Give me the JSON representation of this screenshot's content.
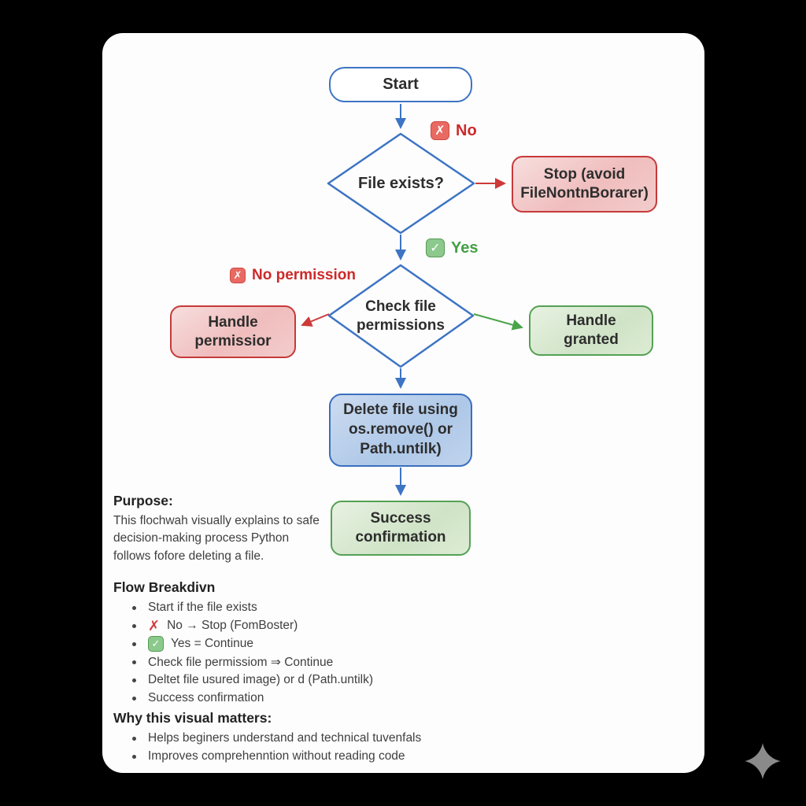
{
  "flowchart": {
    "nodes": {
      "start": "Start",
      "file_exists": "File exists?",
      "stop": "Stop (avoid FileNontnBorarer)",
      "check_permissions": "Check file permissions",
      "handle_permission": "Handle permissior",
      "handle_granted": "Handle granted",
      "delete_file": "Delete file using os.remove() or Path.untilk)",
      "success": "Success confirmation"
    },
    "edge_labels": {
      "no": "No",
      "yes": "Yes",
      "no_permission": "No permission"
    }
  },
  "sections": {
    "purpose": {
      "heading": "Purpose:",
      "body": "This flochwah visually explains to safe decision-making process Python follows fofore deleting a file."
    },
    "flow_breakdown": {
      "heading": "Flow Breakdivn",
      "items": [
        {
          "icon": "none",
          "text": "Start if the file exists"
        },
        {
          "icon": "red-x",
          "text": "No → Stop (FomBoster)"
        },
        {
          "icon": "green-check",
          "text": "Yes = Continue"
        },
        {
          "icon": "none",
          "text": "Check file permissiom ⇒ Continue"
        },
        {
          "icon": "none",
          "text": "Deltet file usured image) or d (Path.untilk)"
        },
        {
          "icon": "none",
          "text": "Success confirmation"
        }
      ]
    },
    "why": {
      "heading": "Why this visual matters:",
      "items": [
        {
          "text": "Helps beginers understand and technical tuvenfals"
        },
        {
          "text": "Improves comprehenntion without reading code"
        }
      ]
    }
  },
  "icons": {
    "x_glyph": "✗",
    "check_glyph": "✓"
  },
  "colors": {
    "blue": "#3d74c4",
    "red": "#c63a3a",
    "green": "#55a055",
    "blue_fill": "#b8cdea",
    "red_fill": "#f2c3c3",
    "green_fill": "#d9ead1",
    "label_red": "#cc2a2a",
    "label_green": "#44a044"
  }
}
